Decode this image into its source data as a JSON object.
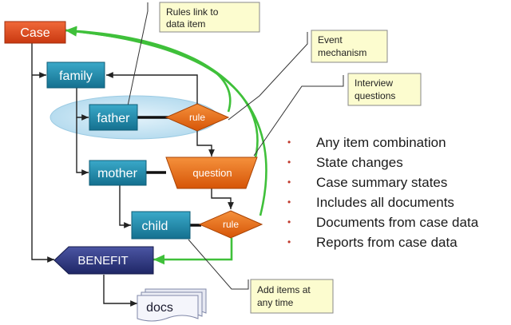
{
  "nodes": {
    "case": "Case",
    "family": "family",
    "father": "father",
    "mother": "mother",
    "child": "child",
    "rule_top": "rule",
    "question": "question",
    "rule_bottom": "rule",
    "benefit": "BENEFIT",
    "docs": "docs"
  },
  "callouts": {
    "rules_link": [
      "Rules link to",
      "data item"
    ],
    "event_mechanism": [
      "Event",
      "mechanism"
    ],
    "interview_questions": [
      "Interview",
      "questions"
    ],
    "add_items": [
      "Add items at",
      "any time"
    ]
  },
  "bullets": [
    "Any item combination",
    "State changes",
    "Case summary states",
    "Includes all documents",
    "Documents from case data",
    "Reports from case data"
  ],
  "colors": {
    "case": "#e0461c",
    "teal_box": "#1d8cad",
    "rule": "#e06a12",
    "green_link": "#3fc03a",
    "benefit": "#2a3378",
    "callout_fill": "#fcfccf",
    "ellipse": "#c8e6f5",
    "bullet": "#c0392b"
  }
}
